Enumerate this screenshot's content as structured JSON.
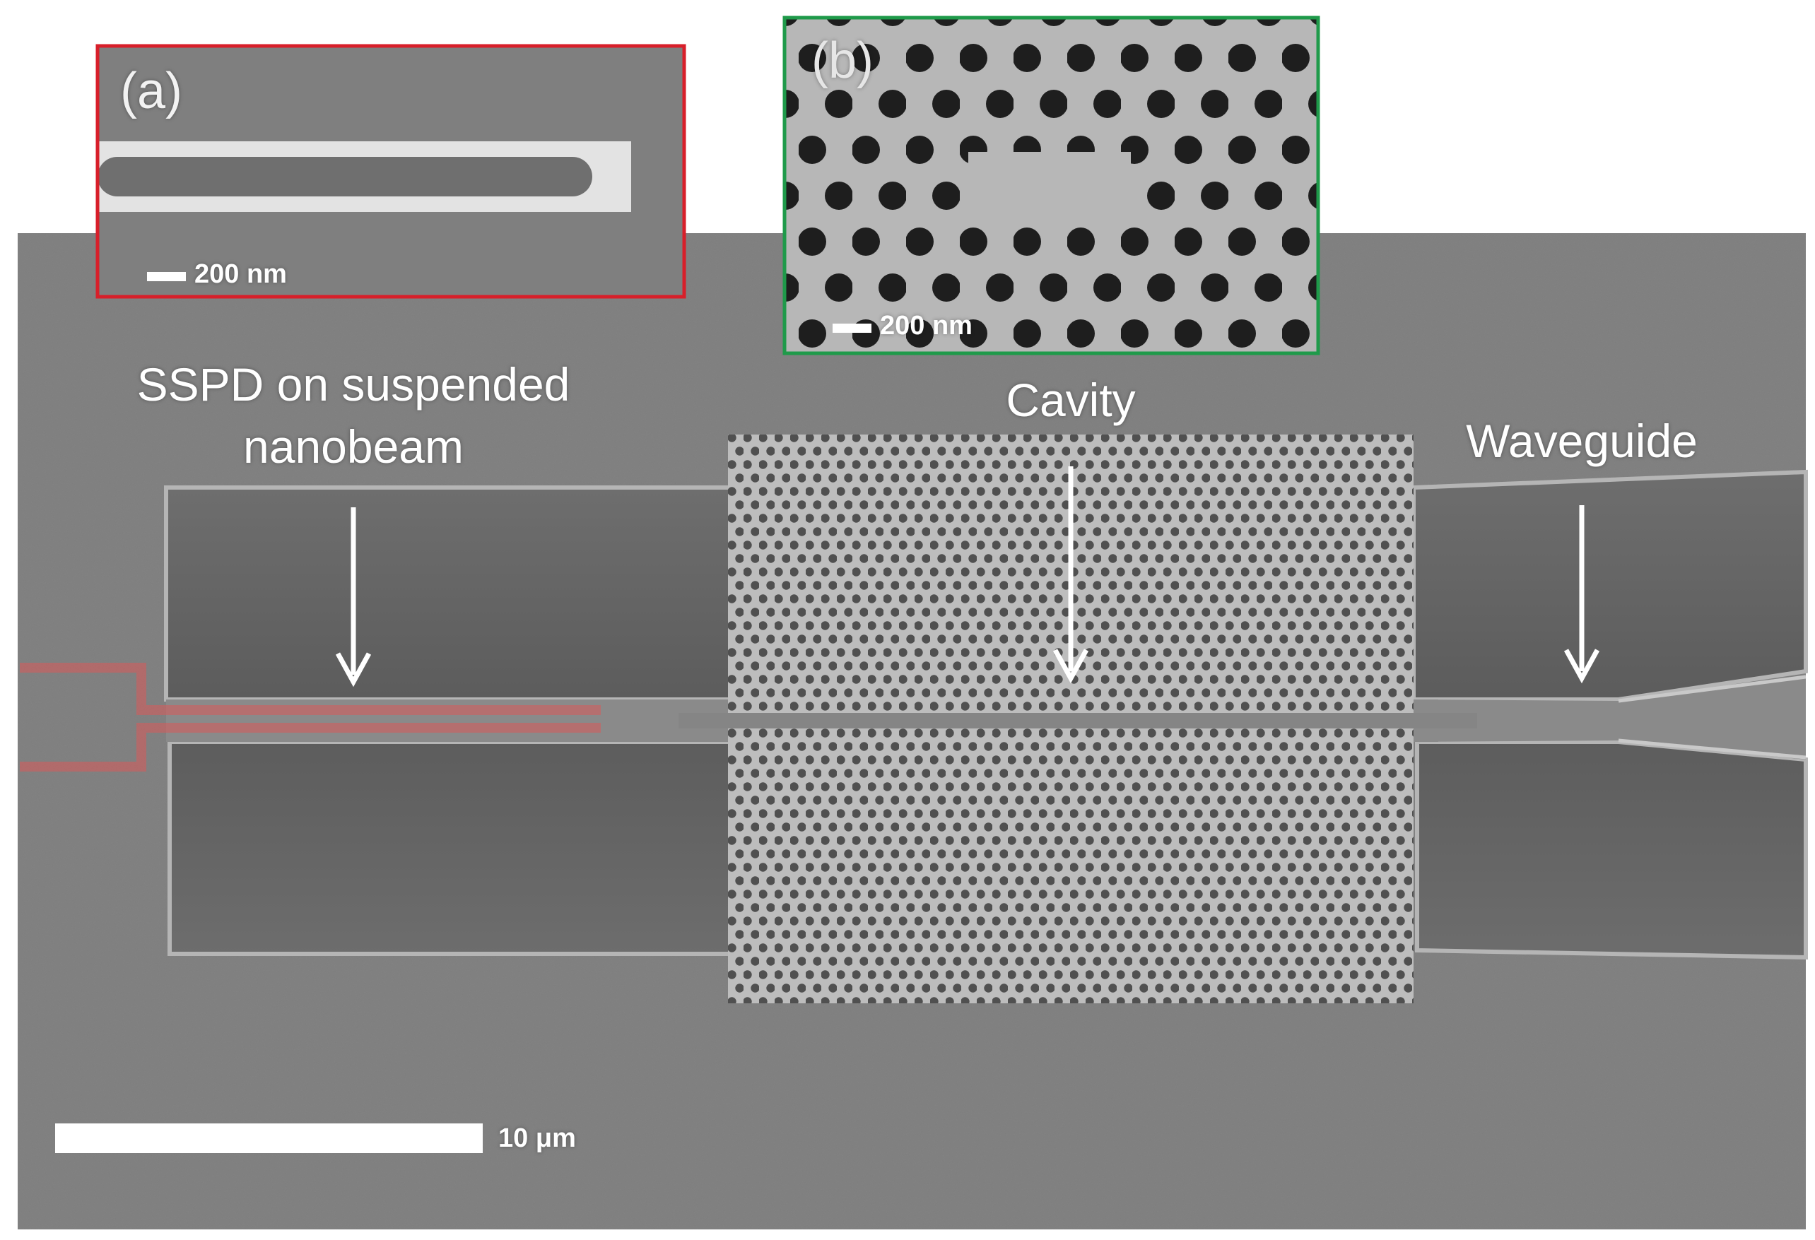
{
  "inset_a": {
    "letter": "(a)",
    "scale_text": "200 nm",
    "frame_color": "#d81f2a"
  },
  "inset_b": {
    "letter": "(b)",
    "scale_text": "200 nm",
    "frame_color": "#1f9a4a"
  },
  "labels": {
    "sspd_line1": "SSPD on suspended",
    "sspd_line2": "nanobeam",
    "cavity": "Cavity",
    "waveguide": "Waveguide"
  },
  "main_scale_text": "10 μm",
  "colors": {
    "substrate": "#7b7b7b",
    "trench": "#656565",
    "highlight": "#d85a5a"
  }
}
